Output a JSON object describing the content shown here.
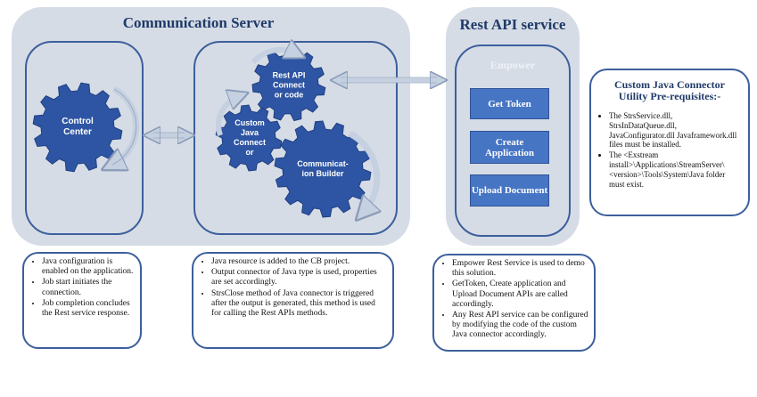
{
  "communication_server": {
    "title": "Communication Server",
    "control_center_label": "Control Center",
    "gears": {
      "rest_api": "Rest API Connect or code",
      "custom_java": "Custom Java Connect or",
      "communication_builder": "Communicat- ion Builder"
    }
  },
  "rest_api_service": {
    "title": "Rest API service",
    "empower_label": "Empower",
    "buttons": [
      "Get Token",
      "Create Application",
      "Upload Document"
    ]
  },
  "prerequisites": {
    "title": "Custom Java Connector Utility Pre-requisites:-",
    "items": [
      "The StrsService.dll, StrsInDataQueue.dll, JavaConfigurator.dll Javaframework.dll files must be installed.",
      "The <Exstream install>\\Applications\\StreamServer\\<version>\\Tools\\System\\Java folder must exist."
    ]
  },
  "notes": {
    "control_center": [
      "Java configuration is enabled on the application.",
      "Job start initiates the connection.",
      "Job completion concludes the Rest service response."
    ],
    "java_resource": [
      "Java resource is added to the CB project.",
      "Output connector of Java type is used, properties are set accordingly.",
      "StrsClose method of Java connector is triggered after the output is generated, this method is used for calling the Rest APIs methods."
    ],
    "empower": [
      "Empower Rest Service is used to demo this solution.",
      "GetToken, Create application and Upload Document APIs are called accordingly.",
      "Any Rest API service can be configured by modifying the code of the custom Java connector accordingly."
    ]
  },
  "colors": {
    "panel": "#d6dce6",
    "border": "#3c5f9c",
    "gear": "#2e55a3",
    "button": "#4675c4",
    "arrow": "#c5d0e0"
  }
}
